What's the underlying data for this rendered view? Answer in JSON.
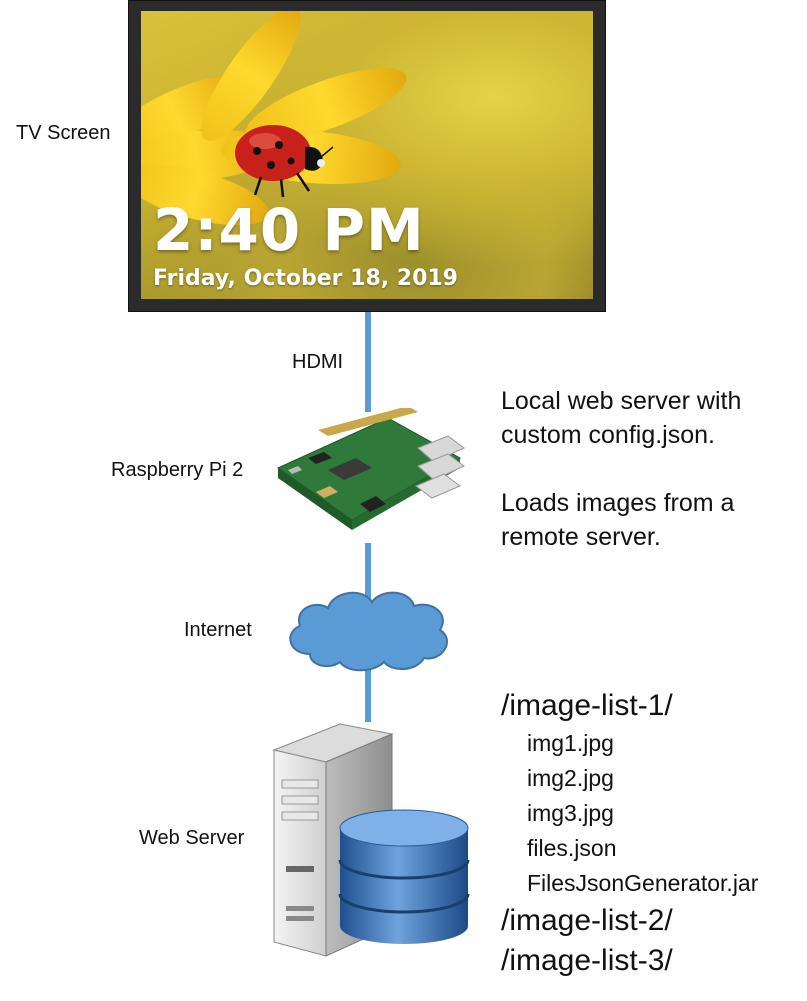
{
  "tv": {
    "label": "TV Screen",
    "time": "2:40 PM",
    "date": "Friday, October 18, 2019"
  },
  "connections": {
    "hdmi": "HDMI",
    "internet": "Internet"
  },
  "pi": {
    "label": "Raspberry Pi 2"
  },
  "server": {
    "label": "Web Server"
  },
  "notes": {
    "line1": "Local web server with",
    "line2": "custom config.json.",
    "line3": "Loads images from a",
    "line4": "remote server."
  },
  "tree": {
    "dir1": "/image-list-1/",
    "files": [
      "img1.jpg",
      "img2.jpg",
      "img3.jpg",
      "files.json",
      "FilesJsonGenerator.jar"
    ],
    "dir2": "/image-list-2/",
    "dir3": "/image-list-3/"
  },
  "colors": {
    "wire": "#5b9bd5",
    "cloud": "#5b9bd5",
    "database": "#3a6fb0"
  }
}
